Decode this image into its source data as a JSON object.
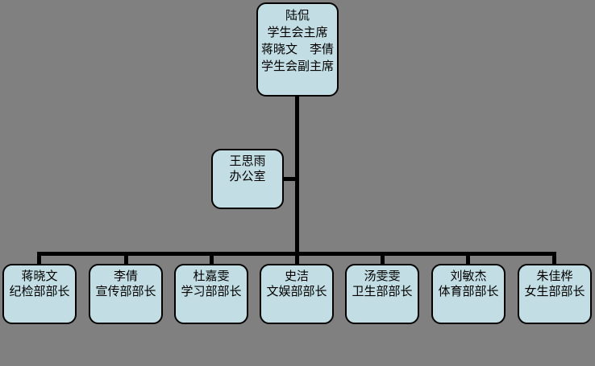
{
  "colors": {
    "background": "#808080",
    "node_fill": "#c2dee4",
    "node_border": "#000000",
    "connector": "#000000",
    "text": "#000000"
  },
  "org_chart": {
    "root": {
      "lines": [
        "陆侃",
        "学生会主席",
        "蒋晓文　李倩",
        "学生会副主席"
      ]
    },
    "office": {
      "lines": [
        "王思雨",
        "办公室"
      ]
    },
    "departments": [
      {
        "name": "蒋晓文",
        "title": "纪检部部长"
      },
      {
        "name": "李倩",
        "title": "宣传部部长"
      },
      {
        "name": "杜嘉雯",
        "title": "学习部部长"
      },
      {
        "name": "史洁",
        "title": "文娱部部长"
      },
      {
        "name": "汤雯雯",
        "title": "卫生部部长"
      },
      {
        "name": "刘敏杰",
        "title": "体育部部长"
      },
      {
        "name": "朱佳桦",
        "title": "女生部部长"
      }
    ]
  }
}
